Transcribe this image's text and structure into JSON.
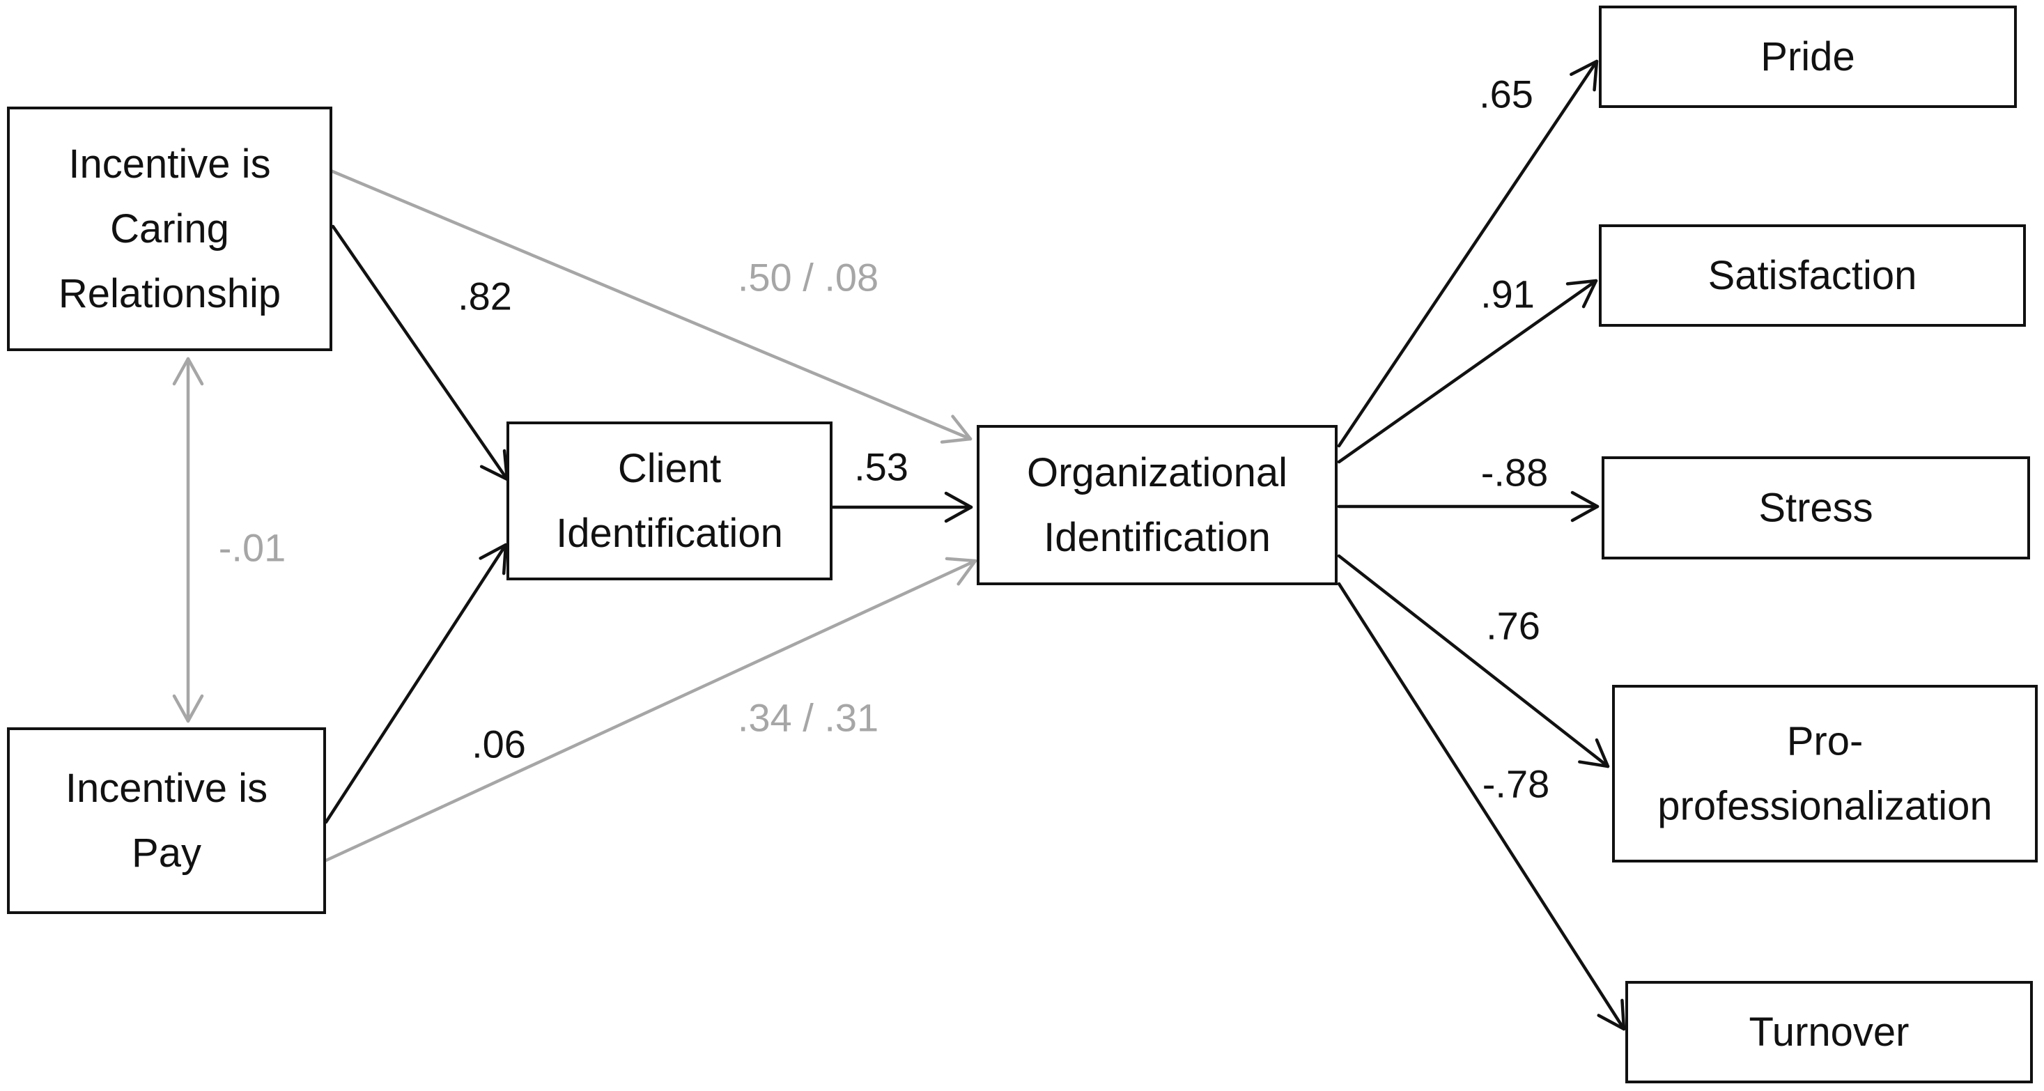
{
  "colors": {
    "dark": "#111111",
    "gray": "#a6a6a6",
    "background": "#ffffff"
  },
  "nodes": {
    "caring": {
      "lines": [
        "Incentive is",
        "Caring",
        "Relationship"
      ]
    },
    "pay": {
      "lines": [
        "Incentive is",
        "Pay"
      ]
    },
    "client": {
      "lines": [
        "Client",
        "Identification"
      ]
    },
    "org": {
      "lines": [
        "Organizational",
        "Identification"
      ]
    },
    "pride": {
      "lines": [
        "Pride"
      ]
    },
    "satisfaction": {
      "lines": [
        "Satisfaction"
      ]
    },
    "stress": {
      "lines": [
        "Stress"
      ]
    },
    "pro": {
      "lines": [
        "Pro-",
        "professionalization"
      ]
    },
    "turnover": {
      "lines": [
        "Turnover"
      ]
    }
  },
  "edges": [
    {
      "id": "caring-client",
      "from": "Incentive is Caring Relationship",
      "to": "Client Identification",
      "label": ".82",
      "color": "dark"
    },
    {
      "id": "caring-org",
      "from": "Incentive is Caring Relationship",
      "to": "Organizational Identification",
      "label": ".50 / .08",
      "color": "gray"
    },
    {
      "id": "caring-pay",
      "from": "Incentive is Caring Relationship",
      "to": "Incentive is Pay",
      "label": "-.01",
      "color": "gray",
      "bidirectional": true
    },
    {
      "id": "pay-client",
      "from": "Incentive is Pay",
      "to": "Client Identification",
      "label": ".06",
      "color": "dark"
    },
    {
      "id": "pay-org",
      "from": "Incentive is Pay",
      "to": "Organizational Identification",
      "label": ".34 / .31",
      "color": "gray"
    },
    {
      "id": "client-org",
      "from": "Client Identification",
      "to": "Organizational Identification",
      "label": ".53",
      "color": "dark"
    },
    {
      "id": "org-pride",
      "from": "Organizational Identification",
      "to": "Pride",
      "label": ".65",
      "color": "dark"
    },
    {
      "id": "org-satisfaction",
      "from": "Organizational Identification",
      "to": "Satisfaction",
      "label": ".91",
      "color": "dark"
    },
    {
      "id": "org-stress",
      "from": "Organizational Identification",
      "to": "Stress",
      "label": "-.88",
      "color": "dark"
    },
    {
      "id": "org-pro",
      "from": "Organizational Identification",
      "to": "Pro-professionalization",
      "label": ".76",
      "color": "dark"
    },
    {
      "id": "org-turnover",
      "from": "Organizational Identification",
      "to": "Turnover",
      "label": "-.78",
      "color": "dark"
    }
  ]
}
